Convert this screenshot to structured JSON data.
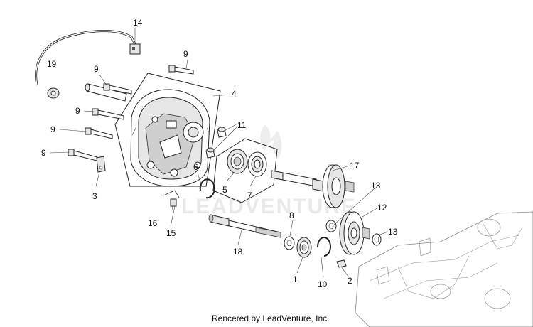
{
  "diagram": {
    "callouts": {
      "c1": "1",
      "c2": "2",
      "c3": "3",
      "c4": "4",
      "c5": "5",
      "c6": "6",
      "c7": "7",
      "c8": "8",
      "c9a": "9",
      "c9b": "9",
      "c9c": "9",
      "c9d": "9",
      "c9e": "9",
      "c10": "10",
      "c11": "11",
      "c12": "12",
      "c13a": "13",
      "c13b": "13",
      "c14": "14",
      "c15": "15",
      "c16": "16",
      "c17": "17",
      "c18": "18",
      "c19": "19"
    },
    "watermark": "LEADVENTURE",
    "credit": "Rencered by LeadVenture, Inc."
  }
}
